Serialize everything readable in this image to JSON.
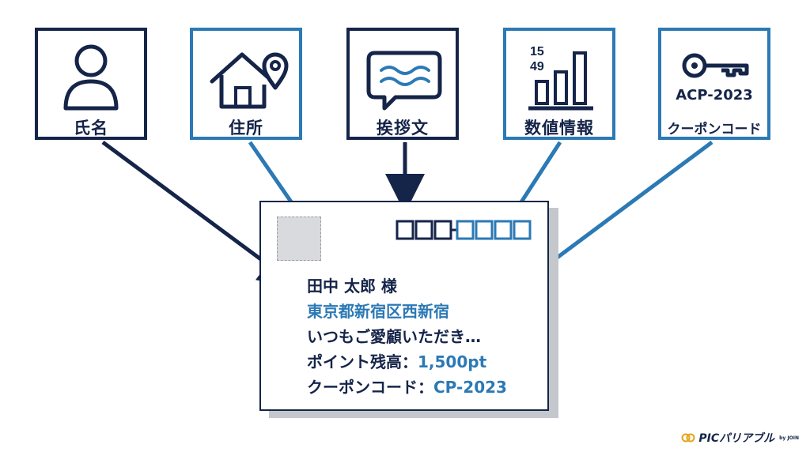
{
  "sources": [
    {
      "label": "氏名",
      "icon": "person-icon"
    },
    {
      "label": "住所",
      "icon": "house-pin-icon"
    },
    {
      "label": "挨拶文",
      "icon": "speech-bubble-icon"
    },
    {
      "label": "数値情報",
      "icon": "bar-chart-icon",
      "chart_numbers": [
        "15",
        "49"
      ]
    },
    {
      "label": "クーポンコード",
      "icon": "key-icon",
      "code": "ACP-2023"
    }
  ],
  "postcard": {
    "name": "田中 太郎 様",
    "address": "東京都新宿区西新宿",
    "greeting": "いつもご愛顧いただき…",
    "points_label": "ポイント残高：",
    "points_value": "1,500pt",
    "coupon_label": "クーポンコード：",
    "coupon_value": "CP-2023"
  },
  "brand": {
    "name": "PICパリアブル",
    "sub": "by JOIN"
  },
  "colors": {
    "navy": "#152449",
    "blue": "#2b79b5",
    "stamp": "#d9dadd",
    "shadow": "#c4c7cc",
    "accent": "#e8a317"
  }
}
